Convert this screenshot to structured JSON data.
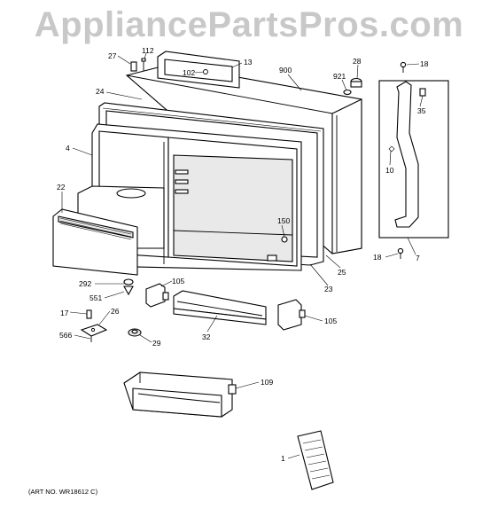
{
  "watermark": "AppliancePartsPros.com",
  "footer": {
    "art_no": "(ART NO. WR18612 C)"
  },
  "callouts": {
    "p27": "27",
    "p112": "112",
    "p13": "13",
    "p102": "102",
    "p900": "900",
    "p28": "28",
    "p921": "921",
    "p18a": "18",
    "p24": "24",
    "p35": "35",
    "p4": "4",
    "p10": "10",
    "p22": "22",
    "p150": "150",
    "p25": "25",
    "p18b": "18",
    "p7": "7",
    "p23": "23",
    "p292": "292",
    "p105a": "105",
    "p551": "551",
    "p17": "17",
    "p26": "26",
    "p105b": "105",
    "p566": "566",
    "p32": "32",
    "p29": "29",
    "p109": "109",
    "p1": "1"
  }
}
